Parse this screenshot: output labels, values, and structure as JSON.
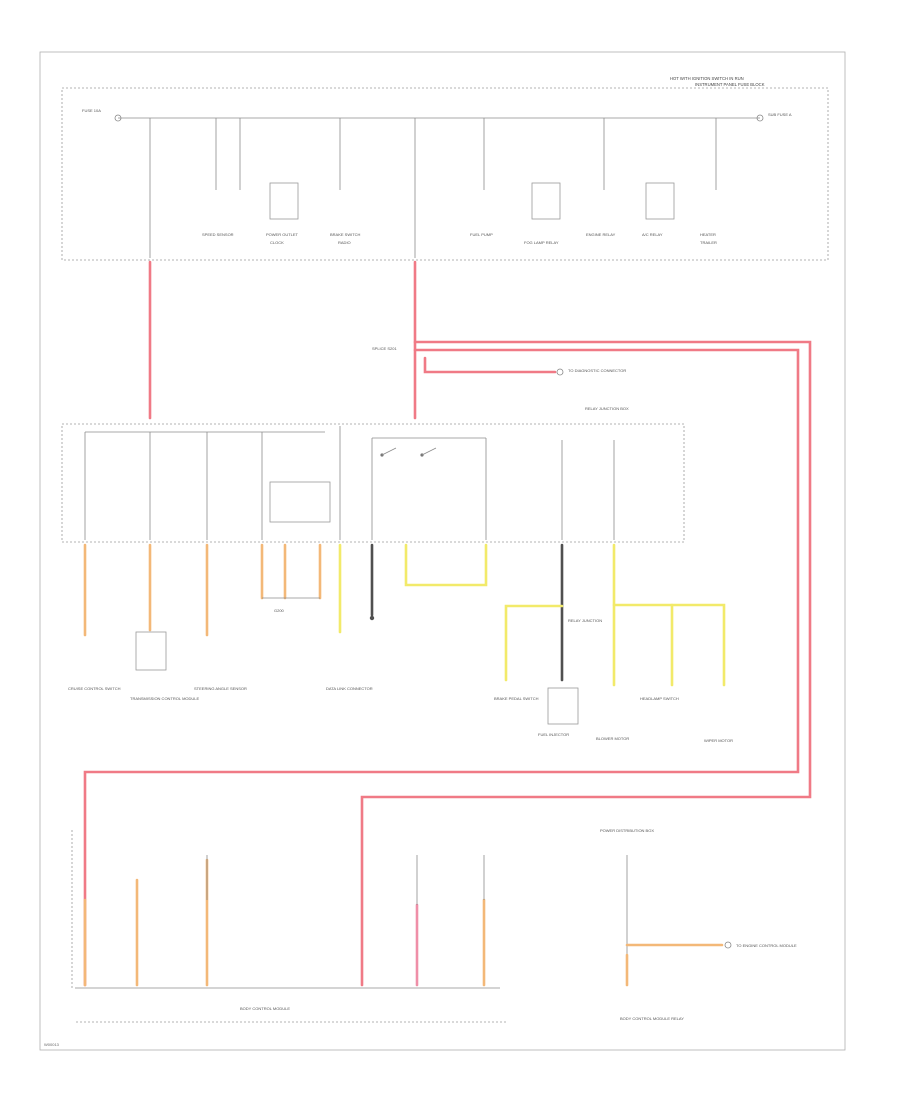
{
  "header": {
    "line1": "HOT WITH IGNITION SWITCH IN RUN",
    "line2": "INSTRUMENT PANEL FUSE BLOCK",
    "left_bus": "FUSE 10A",
    "right_bus": "SUB FUSE A"
  },
  "top_components": [
    "SPEED SENSOR",
    "POWER OUTLET",
    "CLOCK",
    "BRAKE SWITCH",
    "RADIO",
    "FUEL PUMP",
    "FOG LAMP RELAY",
    "ENGINE RELAY",
    "A/C RELAY",
    "HEATER",
    "TRAILER"
  ],
  "center": {
    "splice_label": "SPLICE S201",
    "branch_label": "TO DIAGNOSTIC CONNECTOR",
    "sub_block_label": "RELAY JUNCTION BOX",
    "ground_label": "G200",
    "relay_label": "RELAY JUNCTION",
    "bottom_label": "BODY CONTROL MODULE",
    "lower_block_label": "POWER DISTRIBUTION BOX",
    "lower_branch_label": "TO ENGINE CONTROL MODULE",
    "lower_note": "BODY CONTROL MODULE RELAY"
  },
  "middle_components": [
    "CRUISE CONTROL SWITCH",
    "TRANSMISSION CONTROL MODULE",
    "STEERING ANGLE SENSOR",
    "DATA LINK CONNECTOR",
    "BRAKE PEDAL SWITCH",
    "FUEL INJECTOR",
    "BLOWER MOTOR",
    "HEADLAMP SWITCH",
    "WIPER MOTOR"
  ],
  "footer": {
    "page_id": "W00013"
  },
  "colors": {
    "red": "#f07a86",
    "pink": "#ef8fa8",
    "orange": "#f3b878",
    "yellow": "#f2ea6a",
    "black": "#505050"
  }
}
